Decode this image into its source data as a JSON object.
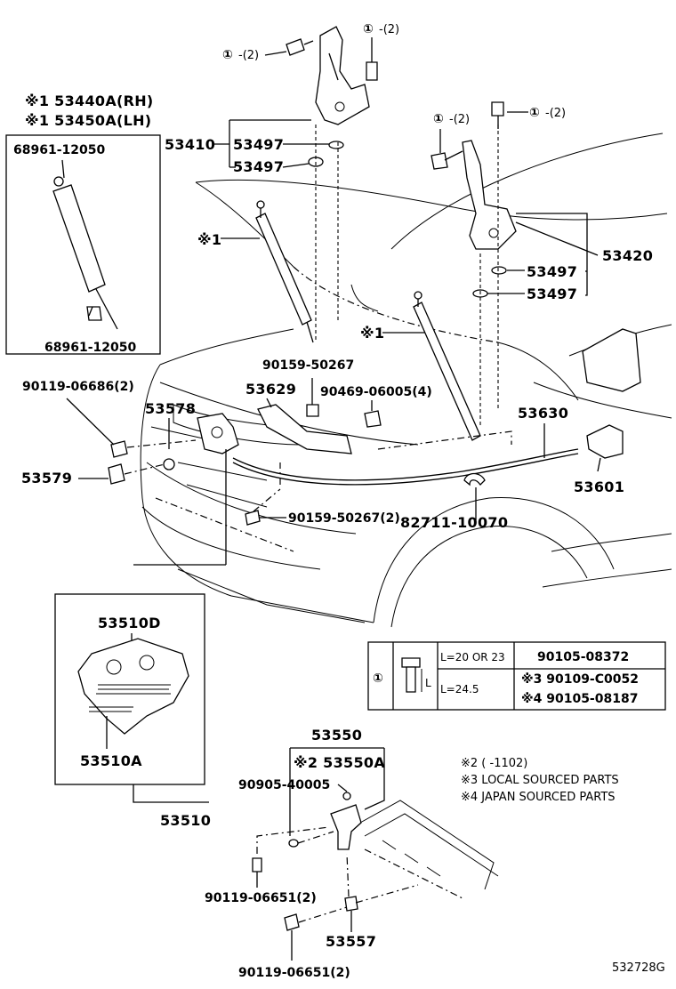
{
  "circ1": "①",
  "qty2": "-(2)",
  "labels": {
    "strut_rh": "※1 53440A(RH)",
    "strut_lh": "※1 53450A(LH)",
    "clip_top": "68961-12050",
    "clip_bot": "68961-12050",
    "hinge_left": "53410",
    "hinge_right": "53420",
    "shim": "53497",
    "strut_ref": "※1",
    "bolt_90159": "90159-50267",
    "bolt_90119_2": "90119-06686(2)",
    "p53629": "53629",
    "p90469": "90469-06005(4)",
    "p53578": "53578",
    "p53579": "53579",
    "p53630": "53630",
    "p53601": "53601",
    "bolt_90159_2": "90159-50267(2)",
    "p82711": "82711-10070",
    "p53510D": "53510D",
    "p53510A": "53510A",
    "p53510": "53510",
    "p53550": "53550",
    "p53550A": "※2 53550A",
    "p90905": "90905-40005",
    "bolt_90119_06651_a": "90119-06651(2)",
    "bolt_90119_06651_b": "90119-06651(2)",
    "p53557": "53557",
    "figure_code": "532728G"
  },
  "table": {
    "circ": "①",
    "l_20": "L=20 OR 23",
    "l_24": "L=24.5",
    "l_mark": "L",
    "pn1": "90105-08372",
    "pn2": "※3 90109-C0052",
    "pn3": "※4 90105-08187"
  },
  "notes": {
    "n2": "※2 (        -1102)",
    "n3": "※3 LOCAL SOURCED PARTS",
    "n4": "※4 JAPAN SOURCED PARTS"
  }
}
